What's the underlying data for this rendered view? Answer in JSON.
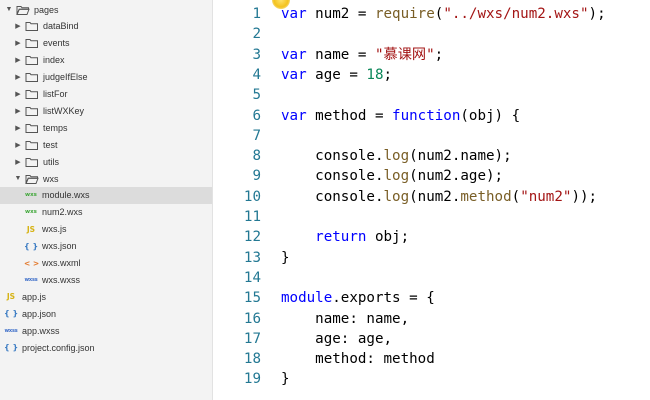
{
  "file_tree": [
    {
      "label": "pages",
      "kind": "folder-open",
      "depth": 0
    },
    {
      "label": "dataBind",
      "kind": "folder",
      "depth": 1
    },
    {
      "label": "events",
      "kind": "folder",
      "depth": 1
    },
    {
      "label": "index",
      "kind": "folder",
      "depth": 1
    },
    {
      "label": "judgeIfElse",
      "kind": "folder",
      "depth": 1
    },
    {
      "label": "listFor",
      "kind": "folder",
      "depth": 1
    },
    {
      "label": "listWXKey",
      "kind": "folder",
      "depth": 1
    },
    {
      "label": "temps",
      "kind": "folder",
      "depth": 1
    },
    {
      "label": "test",
      "kind": "folder",
      "depth": 1
    },
    {
      "label": "utils",
      "kind": "folder",
      "depth": 1
    },
    {
      "label": "wxs",
      "kind": "folder-open",
      "depth": 1
    },
    {
      "label": "module.wxs",
      "kind": "wxs",
      "depth": 2,
      "selected": true
    },
    {
      "label": "num2.wxs",
      "kind": "wxs",
      "depth": 2
    },
    {
      "label": "wxs.js",
      "kind": "js",
      "depth": 2
    },
    {
      "label": "wxs.json",
      "kind": "json",
      "depth": 2
    },
    {
      "label": "wxs.wxml",
      "kind": "wxml",
      "depth": 2
    },
    {
      "label": "wxs.wxss",
      "kind": "wxss",
      "depth": 2
    },
    {
      "label": "app.js",
      "kind": "js",
      "depth": 0
    },
    {
      "label": "app.json",
      "kind": "json",
      "depth": 0
    },
    {
      "label": "app.wxss",
      "kind": "wxss",
      "depth": 0
    },
    {
      "label": "project.config.json",
      "kind": "json",
      "depth": 0
    }
  ],
  "icon_glyphs": {
    "js": "JS",
    "json": "{ }",
    "wxml": "< >",
    "wxss": "wxss",
    "wxs": "wxs"
  },
  "editor": {
    "line_numbers": [
      "1",
      "2",
      "3",
      "4",
      "5",
      "6",
      "7",
      "8",
      "9",
      "10",
      "11",
      "12",
      "13",
      "14",
      "15",
      "16",
      "17",
      "18",
      "19"
    ],
    "lines": [
      [
        {
          "t": "kw",
          "v": "var"
        },
        {
          "t": "plain",
          "v": " "
        },
        {
          "t": "id",
          "v": "num2"
        },
        {
          "t": "plain",
          "v": " = "
        },
        {
          "t": "fn",
          "v": "require"
        },
        {
          "t": "plain",
          "v": "("
        },
        {
          "t": "str",
          "v": "\"../wxs/num2.wxs\""
        },
        {
          "t": "plain",
          "v": ");"
        }
      ],
      [],
      [
        {
          "t": "kw",
          "v": "var"
        },
        {
          "t": "plain",
          "v": " "
        },
        {
          "t": "id",
          "v": "name"
        },
        {
          "t": "plain",
          "v": " = "
        },
        {
          "t": "str",
          "v": "\"慕课网\""
        },
        {
          "t": "plain",
          "v": ";"
        }
      ],
      [
        {
          "t": "kw",
          "v": "var"
        },
        {
          "t": "plain",
          "v": " "
        },
        {
          "t": "id",
          "v": "age"
        },
        {
          "t": "plain",
          "v": " = "
        },
        {
          "t": "num",
          "v": "18"
        },
        {
          "t": "plain",
          "v": ";"
        }
      ],
      [],
      [
        {
          "t": "kw",
          "v": "var"
        },
        {
          "t": "plain",
          "v": " "
        },
        {
          "t": "id",
          "v": "method"
        },
        {
          "t": "plain",
          "v": " = "
        },
        {
          "t": "kw",
          "v": "function"
        },
        {
          "t": "plain",
          "v": "(obj) {"
        }
      ],
      [],
      [
        {
          "t": "plain",
          "v": "    "
        },
        {
          "t": "id",
          "v": "console"
        },
        {
          "t": "plain",
          "v": "."
        },
        {
          "t": "fn",
          "v": "log"
        },
        {
          "t": "plain",
          "v": "(num2.name);"
        }
      ],
      [
        {
          "t": "plain",
          "v": "    "
        },
        {
          "t": "id",
          "v": "console"
        },
        {
          "t": "plain",
          "v": "."
        },
        {
          "t": "fn",
          "v": "log"
        },
        {
          "t": "plain",
          "v": "(num2.age);"
        }
      ],
      [
        {
          "t": "plain",
          "v": "    "
        },
        {
          "t": "id",
          "v": "console"
        },
        {
          "t": "plain",
          "v": "."
        },
        {
          "t": "fn",
          "v": "log"
        },
        {
          "t": "plain",
          "v": "(num2."
        },
        {
          "t": "fn",
          "v": "method"
        },
        {
          "t": "plain",
          "v": "("
        },
        {
          "t": "str",
          "v": "\"num2\""
        },
        {
          "t": "plain",
          "v": "));"
        }
      ],
      [],
      [
        {
          "t": "plain",
          "v": "    "
        },
        {
          "t": "kw",
          "v": "return"
        },
        {
          "t": "plain",
          "v": " obj;"
        }
      ],
      [
        {
          "t": "plain",
          "v": "}"
        }
      ],
      [],
      [
        {
          "t": "kw",
          "v": "module"
        },
        {
          "t": "plain",
          "v": "."
        },
        {
          "t": "id",
          "v": "exports"
        },
        {
          "t": "plain",
          "v": " = {"
        }
      ],
      [
        {
          "t": "plain",
          "v": "    "
        },
        {
          "t": "id",
          "v": "name"
        },
        {
          "t": "plain",
          "v": ": name,"
        }
      ],
      [
        {
          "t": "plain",
          "v": "    "
        },
        {
          "t": "id",
          "v": "age"
        },
        {
          "t": "plain",
          "v": ": age,"
        }
      ],
      [
        {
          "t": "plain",
          "v": "    "
        },
        {
          "t": "id",
          "v": "method"
        },
        {
          "t": "plain",
          "v": ": method"
        }
      ],
      [
        {
          "t": "plain",
          "v": "}"
        }
      ]
    ]
  },
  "colors": {
    "keyword": "#0000ff",
    "function": "#795e26",
    "string": "#a31515",
    "number": "#098658",
    "line_number": "#237893",
    "sidebar_bg": "#f3f3f3",
    "selected_row": "#dcdcdc"
  }
}
